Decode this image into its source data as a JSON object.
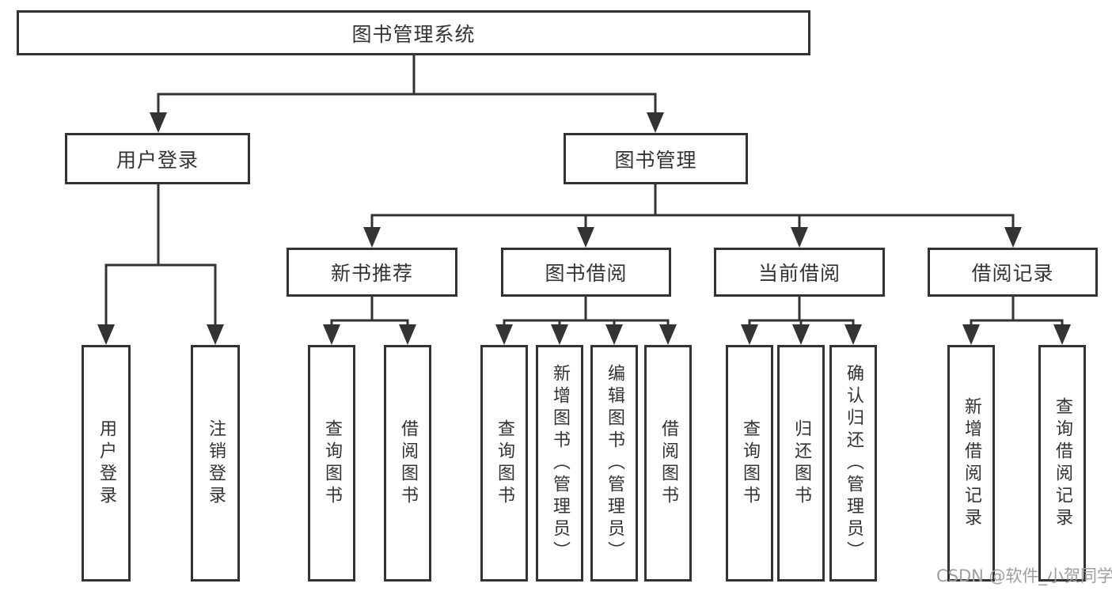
{
  "diagram": {
    "root": "图书管理系统",
    "branches": [
      {
        "label": "用户登录",
        "children": [
          "用户登录",
          "注销登录"
        ]
      },
      {
        "label": "图书管理",
        "sections": [
          {
            "label": "新书推荐",
            "children": [
              "查询图书",
              "借阅图书"
            ]
          },
          {
            "label": "图书借阅",
            "children": [
              "查询图书",
              "新增图书（管理员）",
              "编辑图书（管理员）",
              "借阅图书"
            ]
          },
          {
            "label": "当前借阅",
            "children": [
              "查询图书",
              "归还图书",
              "确认归还（管理员）"
            ]
          },
          {
            "label": "借阅记录",
            "children": [
              "新增借阅记录",
              "查询借阅记录"
            ]
          }
        ]
      }
    ]
  },
  "watermark": "CSDN @软件_小贺同学",
  "colors": {
    "line": "#333333",
    "node_border": "#333333",
    "text": "#333333",
    "watermark": "#9e9e9e",
    "background": "#ffffff"
  }
}
